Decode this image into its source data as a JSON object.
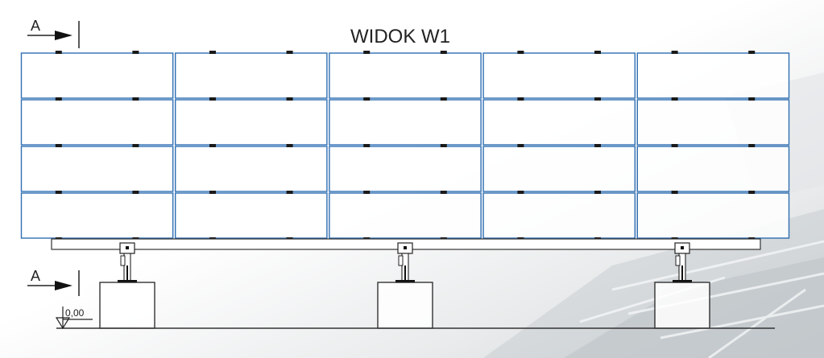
{
  "drawing": {
    "title": "WIDOK W1",
    "section_label_top": "A",
    "section_label_bottom": "A",
    "level_label": "0,00"
  },
  "panel_grid": {
    "columns": 5,
    "rows": 4
  },
  "supports": {
    "count": 3
  },
  "colors": {
    "panel_stroke": "#2f6fb3",
    "line": "#333333",
    "clamp": "#1a1a1a",
    "background_photo": "#d8dbdd"
  },
  "icons": [
    "section-arrow-icon",
    "level-marker-icon"
  ]
}
